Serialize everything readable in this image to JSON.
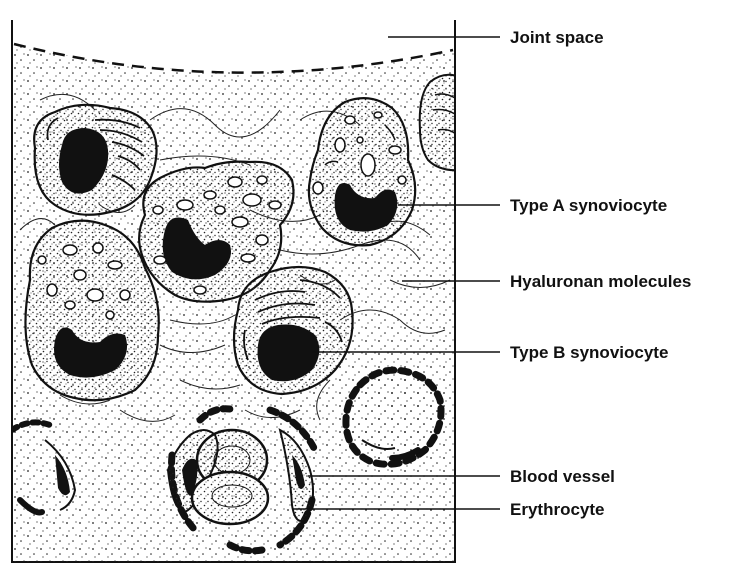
{
  "labels": {
    "joint_space": "Joint space",
    "type_a": "Type A synoviocyte",
    "hyaluronan": "Hyaluronan molecules",
    "type_b": "Type B synoviocyte",
    "blood_vessel": "Blood vessel",
    "erythrocyte": "Erythrocyte"
  }
}
